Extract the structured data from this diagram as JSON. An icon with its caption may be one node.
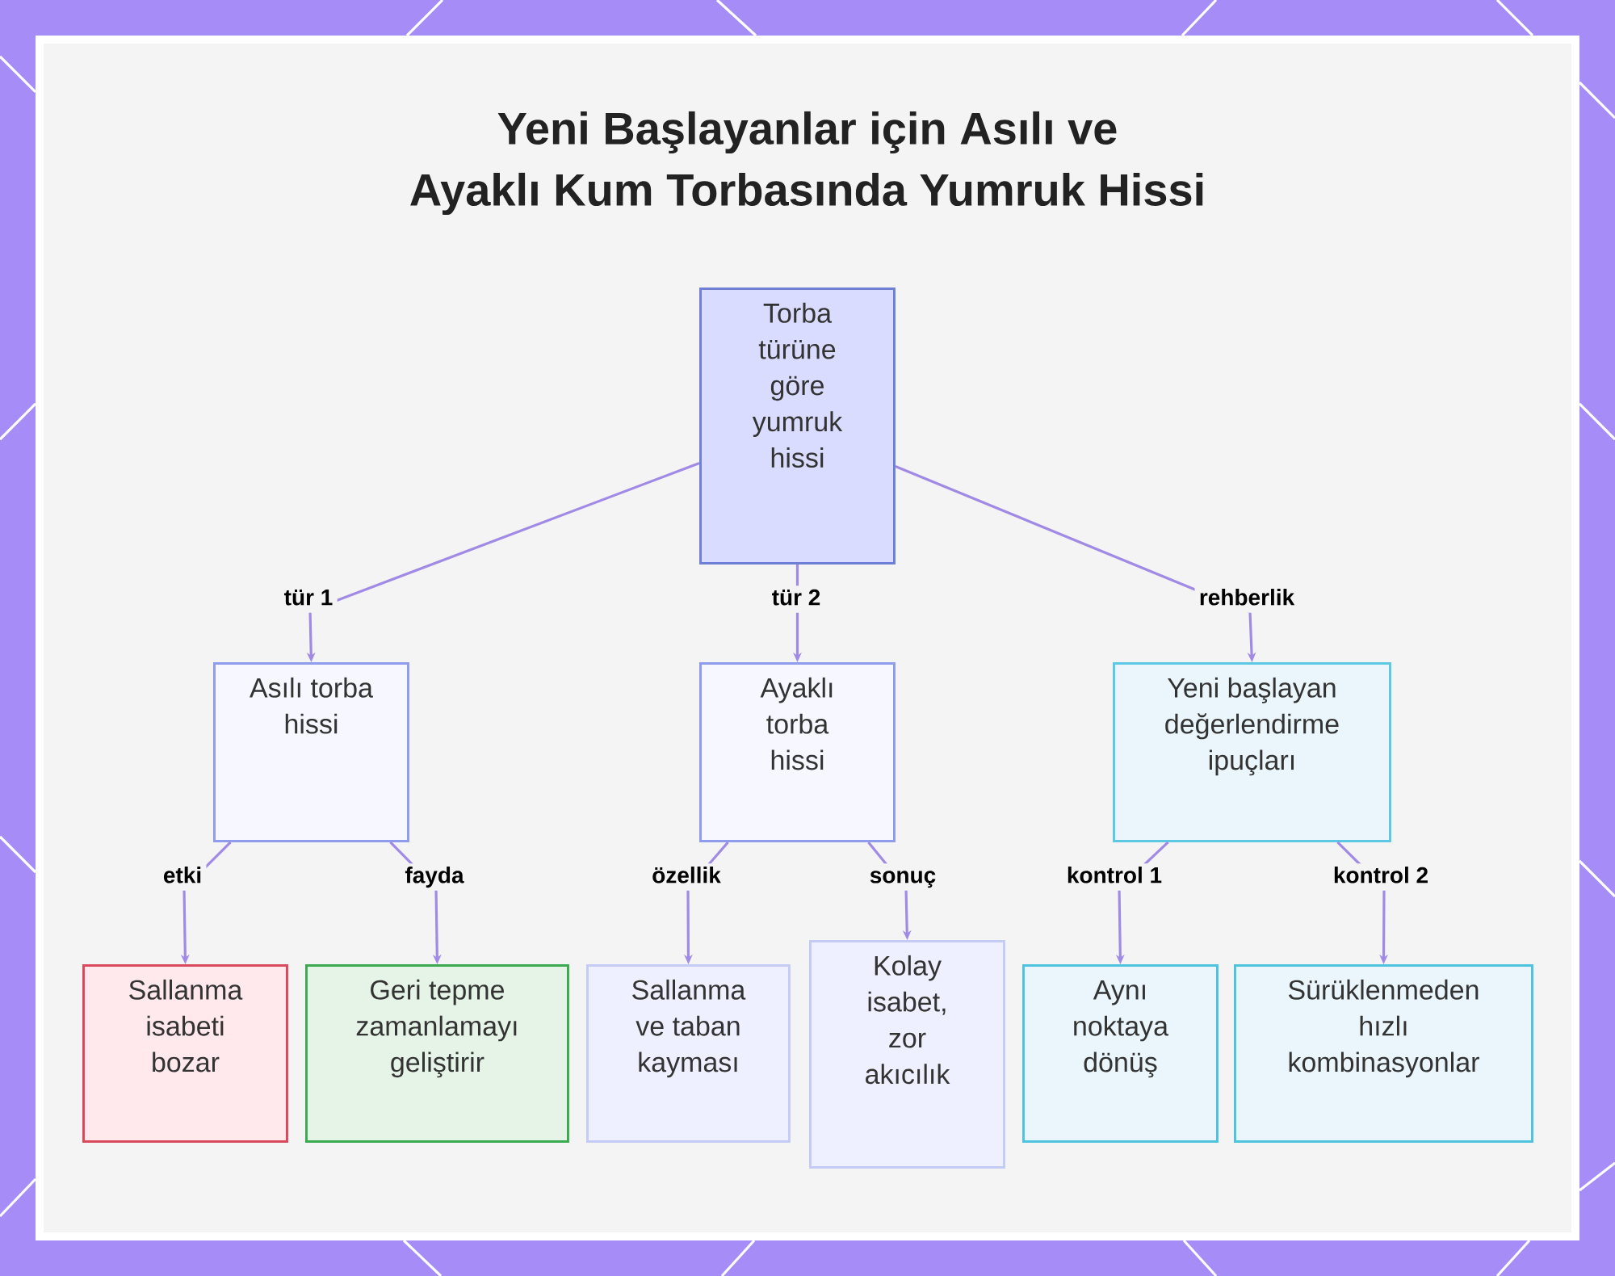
{
  "diagram": {
    "title": "Yeni Başlayanlar için Asılı ve Ayaklı Kum Torbasında Yumruk Hissi",
    "nodes": [
      {
        "text": [
          "Torba türüne göre yumruk hissi"
        ]
      },
      {
        "text": [
          "Asılı torba hissi"
        ]
      },
      {
        "text": [
          "Ayaklı torba hissi"
        ]
      },
      {
        "text": [
          "Yeni başlayan değerlendirme ipuçları"
        ]
      },
      {
        "text": [
          "Sallanma isabeti bozar"
        ]
      },
      {
        "text": [
          "Geri tepme zamanlamayı geliştirir"
        ]
      },
      {
        "text": [
          "Sallanma ve taban kayması"
        ]
      },
      {
        "text": [
          "Kolay isabet, zor akıcılık"
        ]
      },
      {
        "text": [
          "Aynı noktaya dönüş"
        ]
      },
      {
        "text": [
          "Sürüklenmeden hızlı kombinasyonlar"
        ]
      }
    ],
    "edges": [
      {
        "from": 0,
        "to": 1,
        "arrow": "to",
        "label": "tür 1"
      },
      {
        "from": 0,
        "to": 2,
        "arrow": "to",
        "label": "tür 2"
      },
      {
        "from": 0,
        "to": 3,
        "arrow": "to",
        "label": "rehberlik"
      },
      {
        "from": 1,
        "to": 4,
        "arrow": "to",
        "label": "etki"
      },
      {
        "from": 1,
        "to": 5,
        "arrow": "to",
        "label": "fayda"
      },
      {
        "from": 2,
        "to": 6,
        "arrow": "to",
        "label": "özellik"
      },
      {
        "from": 2,
        "to": 7,
        "arrow": "to",
        "label": "sonuç"
      },
      {
        "from": 3,
        "to": 8,
        "arrow": "to",
        "label": "kontrol 1"
      },
      {
        "from": 3,
        "to": 9,
        "arrow": "to",
        "label": "kontrol 2"
      }
    ]
  }
}
